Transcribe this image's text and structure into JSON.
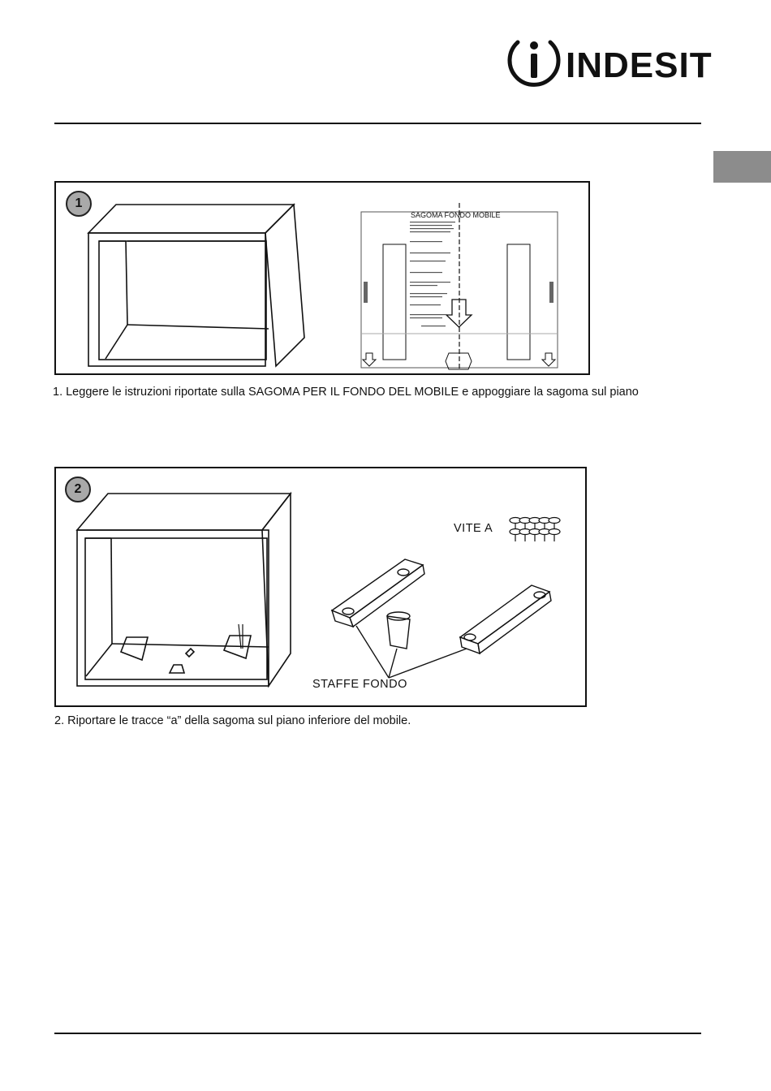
{
  "header": {
    "brand": "INDESIT",
    "logo_icon": "indesit-logo-icon"
  },
  "steps": [
    {
      "number": "1",
      "template_title": "SAGOMA FONDO MOBILE",
      "caption": "1. Leggere le istruzioni riportate sulla SAGOMA PER IL FONDO DEL MOBILE e appoggiare la sagoma sul piano"
    },
    {
      "number": "2",
      "screw_label": "VITE A",
      "brackets_label": "STAFFE FONDO",
      "caption": "2. Riportare le tracce “a” della sagoma sul piano inferiore del mobile."
    }
  ],
  "colors": {
    "tab": "#8c8c8c",
    "badge": "#a9a9a9",
    "ink": "#111111"
  }
}
